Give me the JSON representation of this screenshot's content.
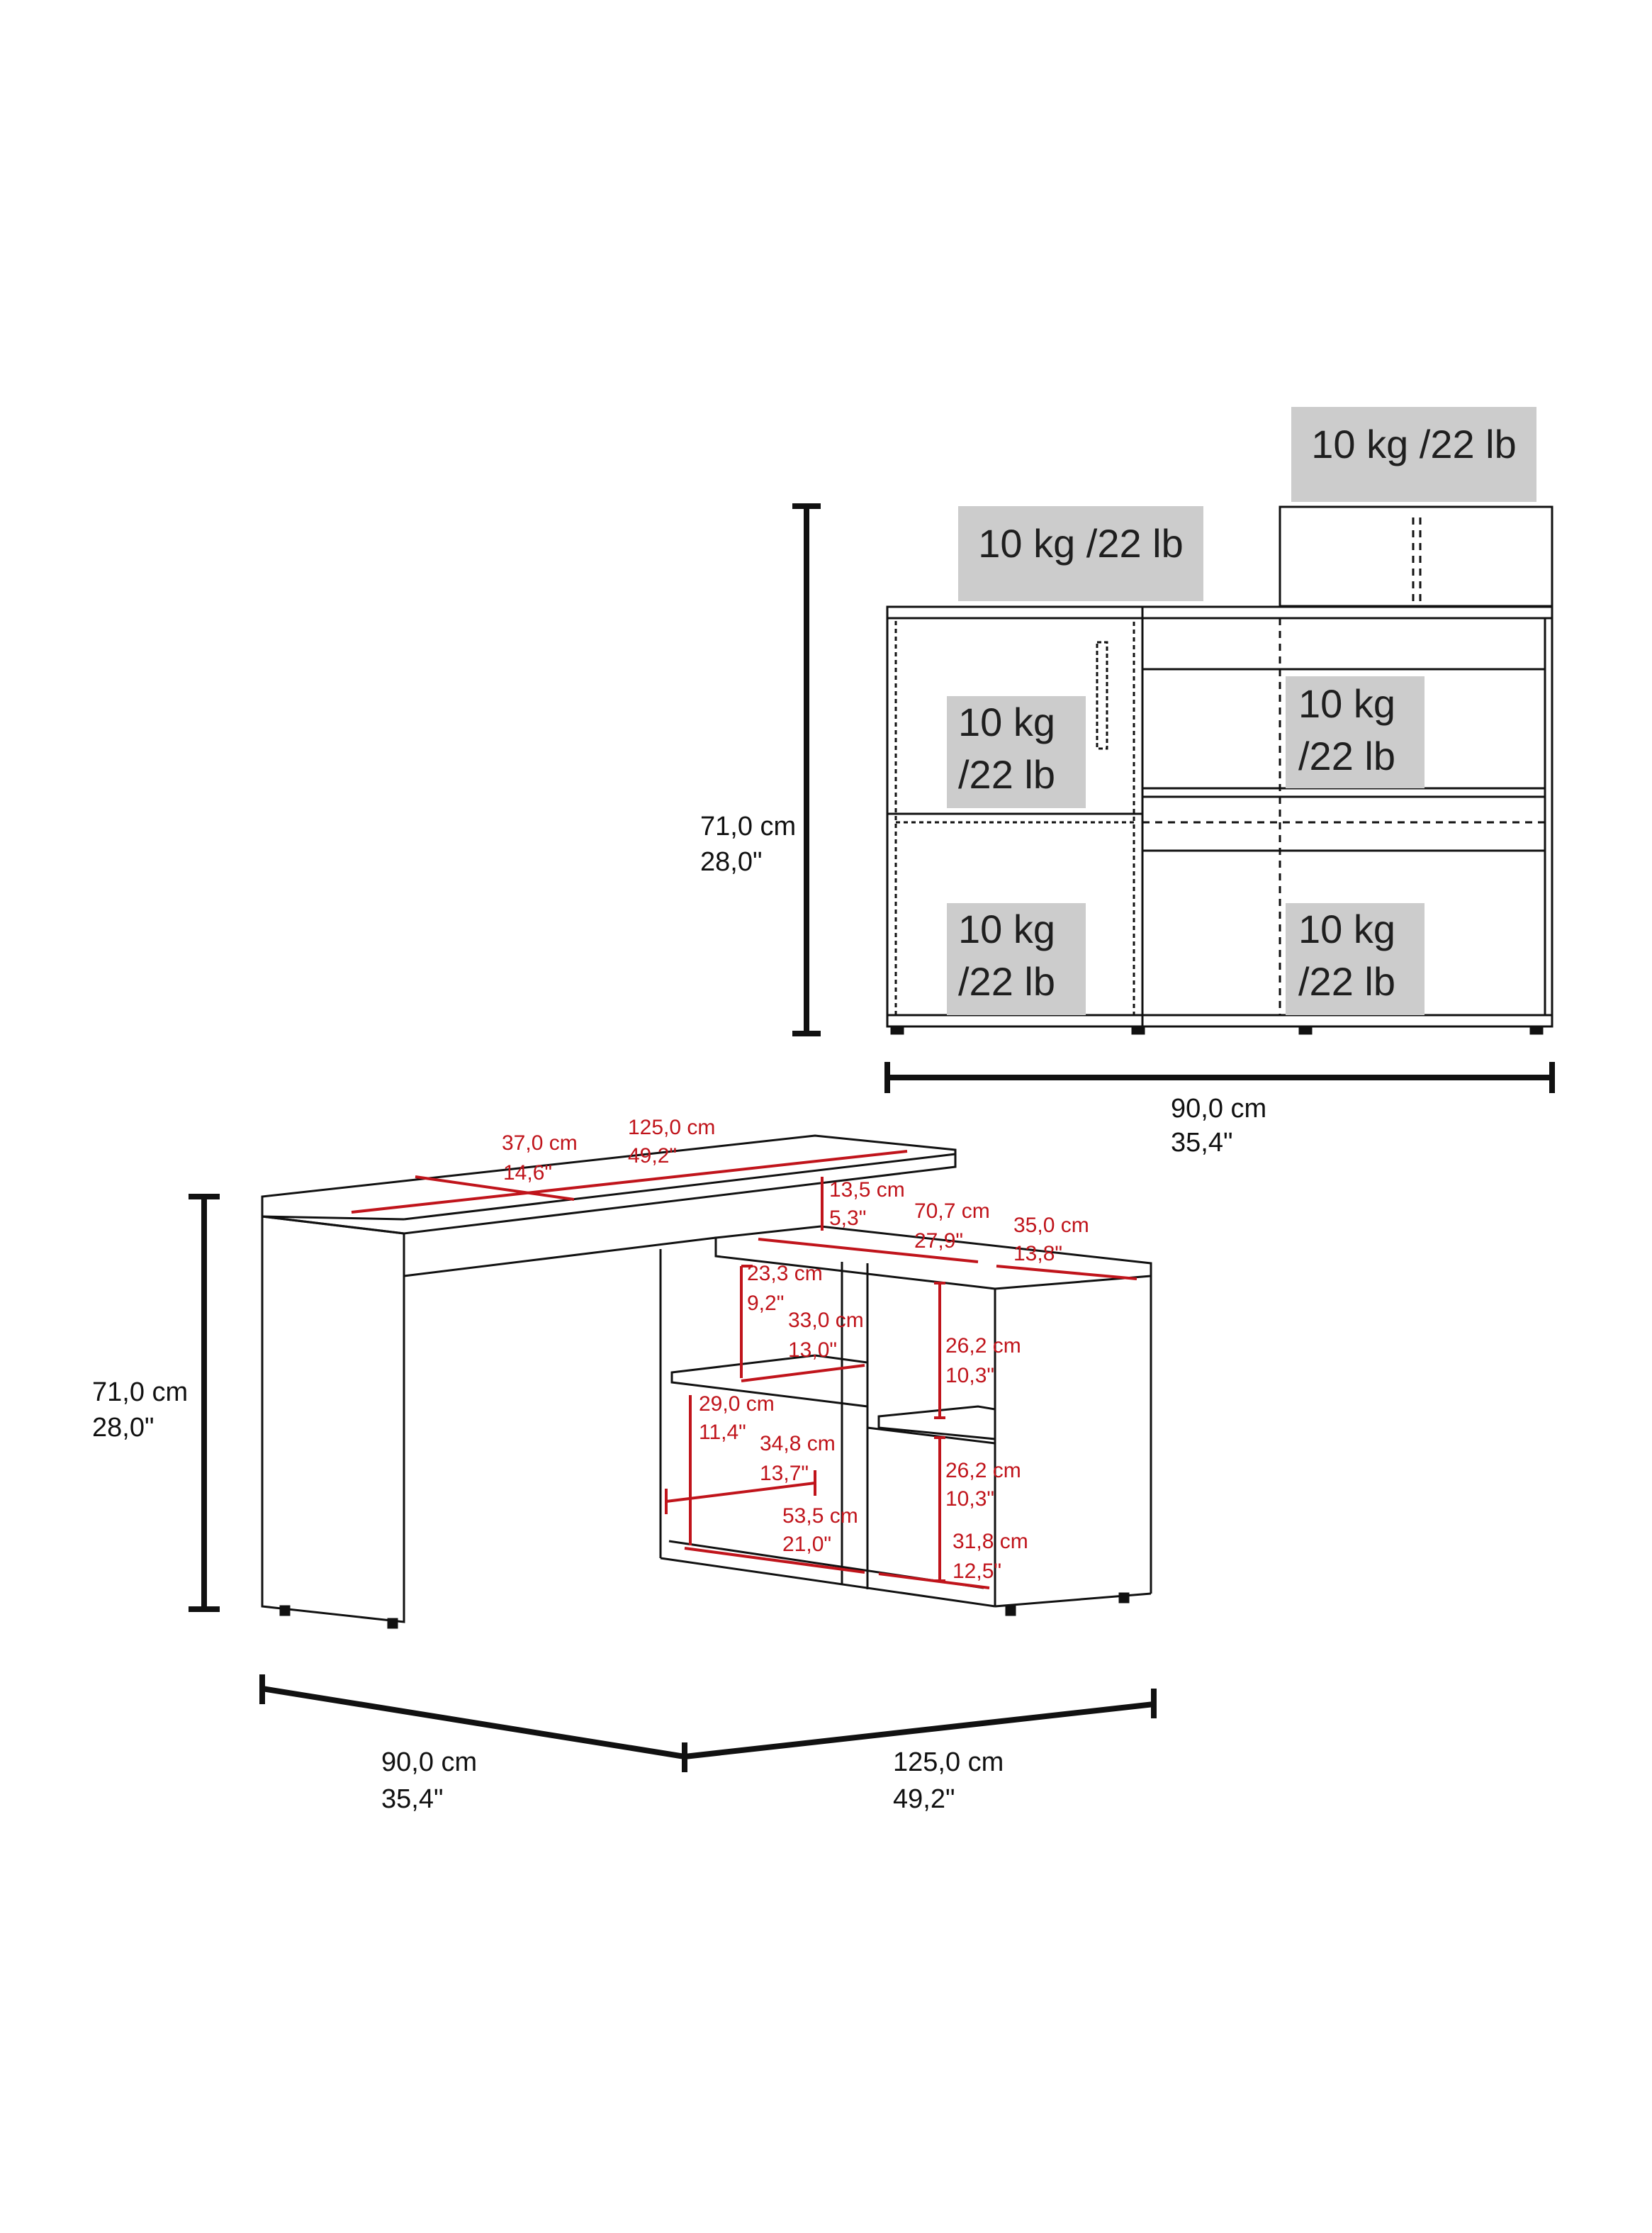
{
  "colors": {
    "line": "#111111",
    "accent": "#c0141b",
    "badge_fill": "#cccccc",
    "background": "#ffffff"
  },
  "front_view": {
    "load_badges": [
      {
        "id": "hutch-top",
        "lines": [
          "10 kg /22 lb"
        ]
      },
      {
        "id": "cabinet-top",
        "lines": [
          "10 kg /22 lb"
        ]
      },
      {
        "id": "door-upper",
        "lines": [
          "10 kg",
          "/22 lb"
        ]
      },
      {
        "id": "door-lower",
        "lines": [
          "10 kg",
          "/22 lb"
        ]
      },
      {
        "id": "shelf-upper",
        "lines": [
          "10 kg",
          "/22 lb"
        ]
      },
      {
        "id": "shelf-lower",
        "lines": [
          "10 kg",
          "/22 lb"
        ]
      }
    ],
    "height": {
      "cm": "71,0 cm",
      "in": "28,0\""
    },
    "width": {
      "cm": "90,0 cm",
      "in": "35,4\""
    }
  },
  "perspective_view": {
    "height": {
      "cm": "71,0 cm",
      "in": "28,0\""
    },
    "side_width": {
      "cm": "90,0 cm",
      "in": "35,4\""
    },
    "front_width": {
      "cm": "125,0 cm",
      "in": "49,2\""
    },
    "inner_dimensions": [
      {
        "id": "top-depth",
        "cm": "37,0 cm",
        "in": "14,6\""
      },
      {
        "id": "top-length",
        "cm": "125,0 cm",
        "in": "49,2\""
      },
      {
        "id": "riser-height",
        "cm": "13,5 cm",
        "in": "5,3\""
      },
      {
        "id": "cabinet-length",
        "cm": "70,7 cm",
        "in": "27,9\""
      },
      {
        "id": "cabinet-depth",
        "cm": "35,0 cm",
        "in": "13,8\""
      },
      {
        "id": "left-upper-height",
        "cm": "23,3 cm",
        "in": "9,2\""
      },
      {
        "id": "left-upper-width",
        "cm": "33,0 cm",
        "in": "13,0\""
      },
      {
        "id": "right-upper-height",
        "cm": "26,2 cm",
        "in": "10,3\""
      },
      {
        "id": "left-lower-height",
        "cm": "29,0 cm",
        "in": "11,4\""
      },
      {
        "id": "left-lower-width",
        "cm": "34,8 cm",
        "in": "13,7\""
      },
      {
        "id": "right-lower-height",
        "cm": "26,2 cm",
        "in": "10,3\""
      },
      {
        "id": "bottom-width",
        "cm": "53,5 cm",
        "in": "21,0\""
      },
      {
        "id": "right-bottom-width",
        "cm": "31,8 cm",
        "in": "12,5\""
      }
    ]
  }
}
